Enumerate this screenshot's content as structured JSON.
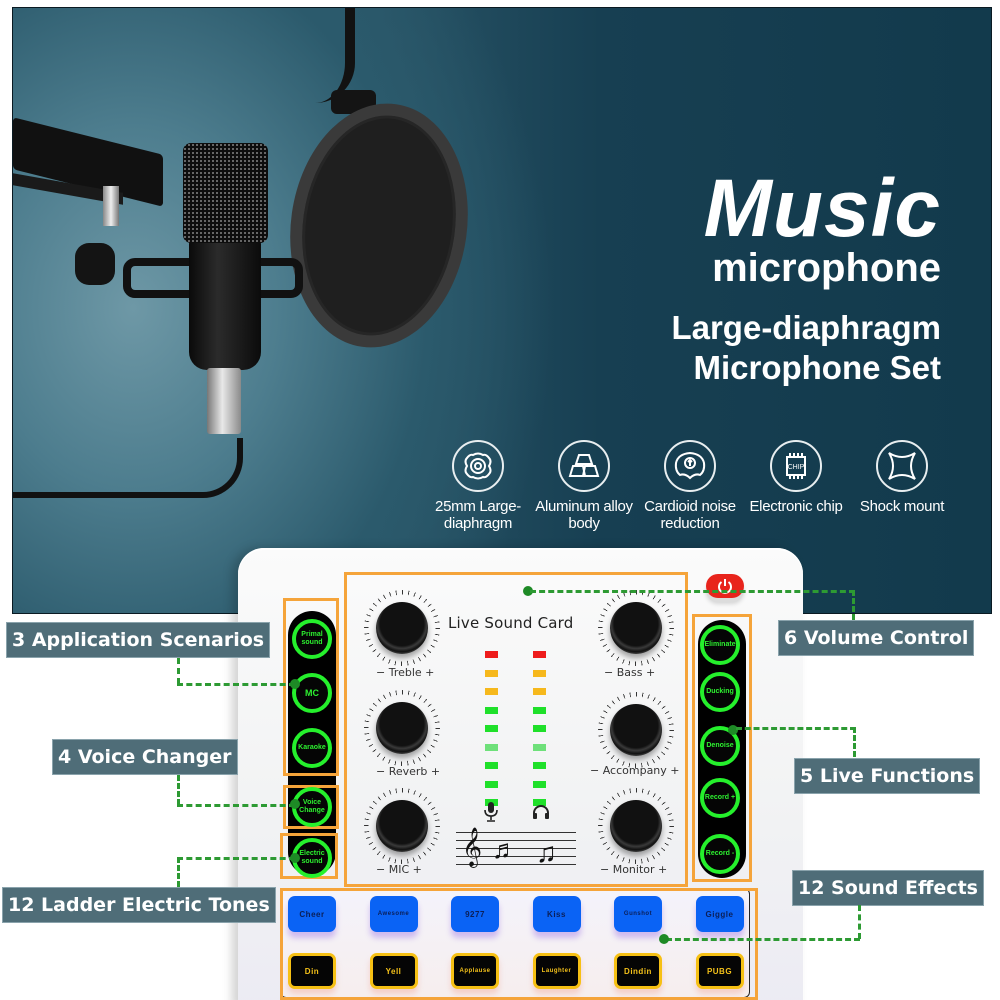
{
  "headline": {
    "line1": "Music",
    "line2": "microphone",
    "line3": "Large-diaphragm",
    "line4": "Microphone Set"
  },
  "features": [
    {
      "icon": "speaker-diaphragm-icon",
      "label": "25mm Large-diaphragm"
    },
    {
      "icon": "metal-ingots-icon",
      "label": "Aluminum alloy body"
    },
    {
      "icon": "cardioid-pattern-icon",
      "label": "Cardioid noise reduction"
    },
    {
      "icon": "chip-icon",
      "chip_text": "CHIP",
      "label": "Electronic chip"
    },
    {
      "icon": "shock-mount-icon",
      "label": "Shock mount"
    }
  ],
  "sound_card": {
    "title": "Live Sound Card",
    "knobs": [
      {
        "label": "− Treble +"
      },
      {
        "label": "− Reverb +"
      },
      {
        "label": "−   MIC   +"
      },
      {
        "label": "−  Bass  +"
      },
      {
        "label": "− Accompany +"
      },
      {
        "label": "− Monitor +"
      }
    ],
    "vu_colors": [
      "#ee1c1c",
      "#f6b81c",
      "#f6b81c",
      "#1fe02a",
      "#1fe02a",
      "#6ee07a",
      "#1fe02a",
      "#1fe02a",
      "#1fe02a"
    ],
    "meter_icons": [
      "microphone-icon",
      "headphones-icon"
    ],
    "scenario_buttons": [
      {
        "label": "Primal sound"
      },
      {
        "label": "MC"
      },
      {
        "label": "Karaoke"
      }
    ],
    "voice_change_button": {
      "label": "Voice Change"
    },
    "electric_sound_button": {
      "label": "Electric sound"
    },
    "live_function_buttons": [
      {
        "label": "Eliminate"
      },
      {
        "label": "Ducking"
      },
      {
        "label": "Denoise"
      },
      {
        "label": "Record +"
      },
      {
        "label": "Record -"
      }
    ],
    "sound_effects_row1": [
      {
        "label": "Cheer"
      },
      {
        "label": "Awesome"
      },
      {
        "label": "9277"
      },
      {
        "label": "Kiss"
      },
      {
        "label": "Gunshot"
      },
      {
        "label": "Giggle"
      }
    ],
    "sound_effects_row2": [
      {
        "label": "Din"
      },
      {
        "label": "Yell"
      },
      {
        "label": "Applause"
      },
      {
        "label": "Laughter"
      },
      {
        "label": "Dindin"
      },
      {
        "label": "PUBG"
      }
    ]
  },
  "callouts": {
    "application_scenarios": "3 Application Scenarios",
    "voice_changer": "4 Voice Changer",
    "ladder_tones": "12 Ladder Electric Tones",
    "volume_control": "6 Volume Control",
    "live_functions": "5 Live Functions",
    "sound_effects": "12 Sound Effects"
  },
  "colors": {
    "banner_bg": "#1a4152",
    "callout_bg": "#4f6d78",
    "highlight_border": "#f5a43a",
    "leader_line": "#2d9a33",
    "led_green": "#25f02c",
    "sfx_blue": "#0a63f5",
    "sfx_yellow": "#f6c014",
    "power_red": "#e8241c"
  }
}
